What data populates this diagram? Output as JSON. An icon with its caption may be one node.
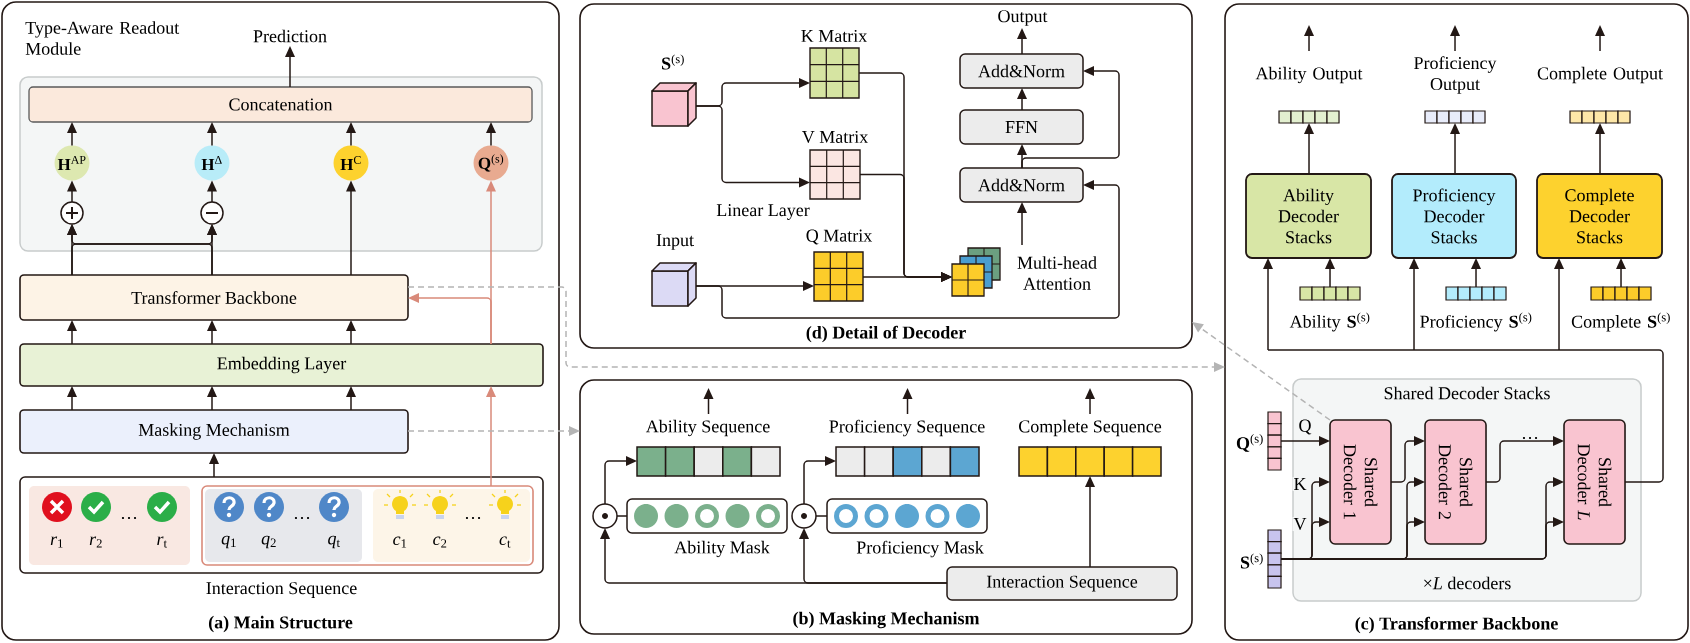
{
  "diagram": {
    "nodes": [
      {
        "text": [
          "(a) Main Structure"
        ]
      },
      {
        "text": [
          "Type-Aware Readout Module"
        ],
        "in": 0
      },
      {
        "text": [
          "Concatenation"
        ],
        "in": 1
      },
      {
        "text": [
          "**H**$^{AP}$"
        ],
        "in": 1
      },
      {
        "text": [
          "**H**$^{Δ}$"
        ],
        "in": 1
      },
      {
        "text": [
          "**H**$^{C}$"
        ],
        "in": 1
      },
      {
        "text": [
          "**Q**$^{(s)}$"
        ],
        "in": 1
      },
      {
        "text": [],
        "shape": "circle",
        "in": 1
      },
      {
        "text": [],
        "shape": "circle",
        "in": 1
      },
      {
        "text": [
          "Prediction"
        ],
        "in": 0
      },
      {
        "text": [
          "Transformer Backbone"
        ],
        "in": 0
      },
      {
        "text": [
          "Embedding Layer"
        ],
        "in": 0
      },
      {
        "text": [
          "Masking Mechanism"
        ],
        "in": 0
      },
      {
        "text": [
          "Interaction Sequence"
        ],
        "in": 0
      },
      {
        "text": [
          "*r*$_{1}$",
          "*r*$_{2}$",
          "…",
          "*r*$_{t}$"
        ],
        "in": 13
      },
      {
        "text": [],
        "shape": "box",
        "in": 13
      },
      {
        "text": [
          "*q*$_{1}$",
          "*q*$_{2}$",
          "…",
          "*q*$_{t}$"
        ],
        "in": 15
      },
      {
        "text": [
          "*c*$_{1}$",
          "*c*$_{2}$",
          "…",
          "*c*$_{t}$"
        ],
        "in": 15
      },
      {
        "text": [
          "(d) Detail of Decoder"
        ]
      },
      {
        "text": [
          "**S**$^{(s)}$"
        ],
        "in": 18
      },
      {
        "text": [
          "Input"
        ],
        "in": 18
      },
      {
        "text": [
          "K Matrix"
        ],
        "in": 18
      },
      {
        "text": [
          "V Matrix"
        ],
        "in": 18
      },
      {
        "text": [
          "Q Matrix"
        ],
        "in": 18
      },
      {
        "text": [
          "Multi-head Attention"
        ],
        "in": 18
      },
      {
        "text": [
          "Add&Norm"
        ],
        "in": 18
      },
      {
        "text": [
          "FFN"
        ],
        "in": 18
      },
      {
        "text": [
          "Add&Norm"
        ],
        "in": 18
      },
      {
        "text": [
          "Output"
        ],
        "in": 18
      },
      {
        "text": [
          "(b) Masking Mechanism"
        ]
      },
      {
        "text": [
          "Ability Sequence"
        ],
        "in": 29
      },
      {
        "text": [
          "Proficiency Sequence"
        ],
        "in": 29
      },
      {
        "text": [
          "Complete Sequence"
        ],
        "in": 29
      },
      {
        "text": [],
        "shape": "circle",
        "in": 29
      },
      {
        "text": [
          "Ability Mask"
        ],
        "in": 29
      },
      {
        "text": [],
        "shape": "circle",
        "in": 29
      },
      {
        "text": [
          "Proficiency Mask"
        ],
        "in": 29
      },
      {
        "text": [
          "Interaction Sequence"
        ],
        "in": 29
      },
      {
        "text": [
          "(c) Transformer Backbone"
        ]
      },
      {
        "text": [
          "Ability Output"
        ],
        "in": 38
      },
      {
        "text": [
          "Proficiency Output"
        ],
        "in": 38
      },
      {
        "text": [
          "Complete Output"
        ],
        "in": 38
      },
      {
        "text": [
          "Ability Decoder Stacks"
        ],
        "in": 38
      },
      {
        "text": [
          "Proficiency Decoder Stacks"
        ],
        "in": 38
      },
      {
        "text": [
          "Complete Decoder Stacks"
        ],
        "in": 38
      },
      {
        "text": [
          "Ability **S**$^{(s)}$"
        ],
        "in": 38
      },
      {
        "text": [
          "Proficiency **S**$^{(s)}$"
        ],
        "in": 38
      },
      {
        "text": [
          "Complete **S**$^{(s)}$"
        ],
        "in": 38
      },
      {
        "text": [
          "Shared Decoder Stacks",
          "×*L* decoders"
        ],
        "in": 38
      },
      {
        "text": [
          "Shared Decoder 1"
        ],
        "in": 48
      },
      {
        "text": [
          "Shared Decoder 2"
        ],
        "in": 48
      },
      {
        "text": [
          "Shared Decoder *L*"
        ],
        "in": 48
      },
      {
        "text": [
          "**Q**$^{(s)}$"
        ],
        "in": 38
      },
      {
        "text": [
          "**S**$^{(s)}$"
        ],
        "in": 38
      }
    ],
    "edges": [
      {
        "from": 2,
        "to": 9,
        "arrow": "to"
      },
      {
        "from": 3,
        "to": 2,
        "arrow": "to"
      },
      {
        "from": 4,
        "to": 2,
        "arrow": "to"
      },
      {
        "from": 5,
        "to": 2,
        "arrow": "to"
      },
      {
        "from": 6,
        "to": 2,
        "arrow": "to"
      },
      {
        "from": 7,
        "to": 3,
        "arrow": "to"
      },
      {
        "from": 8,
        "to": 4,
        "arrow": "to"
      },
      {
        "from": 10,
        "to": 7,
        "arrow": "to"
      },
      {
        "from": 10,
        "to": 8,
        "arrow": "to"
      },
      {
        "from": 10,
        "to": 5,
        "arrow": "to"
      },
      {
        "from": 11,
        "to": 10,
        "arrow": "to"
      },
      {
        "from": 11,
        "to": 10,
        "arrow": "to"
      },
      {
        "from": 11,
        "to": 10,
        "arrow": "to"
      },
      {
        "from": 12,
        "to": 11,
        "arrow": "to"
      },
      {
        "from": 12,
        "to": 11,
        "arrow": "to"
      },
      {
        "from": 12,
        "to": 11,
        "arrow": "to"
      },
      {
        "from": 13,
        "to": 12,
        "arrow": "to"
      },
      {
        "from": 15,
        "to": 11,
        "arrow": "to",
        "color": "#d98a7a"
      },
      {
        "from": 11,
        "to": 10,
        "arrow": "to",
        "color": "#d98a7a"
      },
      {
        "from": 11,
        "to": 6,
        "arrow": "to",
        "color": "#d98a7a"
      },
      {
        "from": 10,
        "to": 38,
        "arrow": "to",
        "style": "dashed",
        "color": "#b4b4b4"
      },
      {
        "from": 12,
        "to": 29,
        "arrow": "to",
        "style": "dashed",
        "color": "#b4b4b4"
      },
      {
        "from": 49,
        "to": 18,
        "arrow": "to",
        "style": "dashed",
        "color": "#b4b4b4"
      },
      {
        "from": 19,
        "to": 21,
        "arrow": "to"
      },
      {
        "from": 19,
        "to": 22,
        "arrow": "to"
      },
      {
        "from": 20,
        "to": 23,
        "arrow": "to"
      },
      {
        "from": 21,
        "to": 24,
        "arrow": "to"
      },
      {
        "from": 22,
        "to": 24,
        "arrow": "to"
      },
      {
        "from": 23,
        "to": 24,
        "arrow": "to"
      },
      {
        "from": 24,
        "to": 25,
        "arrow": "to"
      },
      {
        "from": 20,
        "to": 25,
        "arrow": "to"
      },
      {
        "from": 25,
        "to": 26,
        "arrow": "to"
      },
      {
        "from": 25,
        "to": 27,
        "arrow": "to"
      },
      {
        "from": 26,
        "to": 27,
        "arrow": "to"
      },
      {
        "from": 27,
        "to": 28,
        "arrow": "to"
      },
      {
        "from": 30,
        "to": null,
        "arrow": "to"
      },
      {
        "from": 31,
        "to": null,
        "arrow": "to"
      },
      {
        "from": 32,
        "to": null,
        "arrow": "to"
      },
      {
        "from": 37,
        "to": 33,
        "arrow": "to"
      },
      {
        "from": 37,
        "to": 35,
        "arrow": "to"
      },
      {
        "from": 37,
        "to": 32,
        "arrow": "to"
      },
      {
        "from": 34,
        "to": 33,
        "arrow": "none"
      },
      {
        "from": 36,
        "to": 35,
        "arrow": "none"
      },
      {
        "from": 33,
        "to": 30,
        "arrow": "to"
      },
      {
        "from": 35,
        "to": 31,
        "arrow": "to"
      },
      {
        "from": 39,
        "to": null,
        "arrow": "to"
      },
      {
        "from": 40,
        "to": null,
        "arrow": "to"
      },
      {
        "from": 41,
        "to": null,
        "arrow": "to"
      },
      {
        "from": 42,
        "to": 39,
        "arrow": "to"
      },
      {
        "from": 43,
        "to": 40,
        "arrow": "to"
      },
      {
        "from": 44,
        "to": 41,
        "arrow": "to"
      },
      {
        "from": 45,
        "to": 42,
        "arrow": "to"
      },
      {
        "from": 46,
        "to": 43,
        "arrow": "to"
      },
      {
        "from": 47,
        "to": 44,
        "arrow": "to"
      },
      {
        "from": 51,
        "to": 42,
        "arrow": "to"
      },
      {
        "from": 51,
        "to": 43,
        "arrow": "to"
      },
      {
        "from": 51,
        "to": 44,
        "arrow": "to"
      },
      {
        "from": 52,
        "to": 49,
        "arrow": "to",
        "label": "Q"
      },
      {
        "from": 53,
        "to": 49,
        "arrow": "to",
        "label": "K"
      },
      {
        "from": 53,
        "to": 49,
        "arrow": "to",
        "label": "V"
      },
      {
        "from": 49,
        "to": 50,
        "arrow": "to"
      },
      {
        "from": 50,
        "to": 51,
        "arrow": "to",
        "label": "…"
      },
      {
        "from": 53,
        "to": 50,
        "arrow": "to"
      },
      {
        "from": 53,
        "to": 50,
        "arrow": "to"
      },
      {
        "from": 53,
        "to": 51,
        "arrow": "to"
      },
      {
        "from": 53,
        "to": 51,
        "arrow": "to"
      },
      {
        "from": 10,
        "to": 8,
        "arrow": "to"
      },
      {
        "from": 10,
        "to": 7,
        "arrow": "to"
      }
    ],
    "labels": [
      "Linear Layer"
    ]
  }
}
